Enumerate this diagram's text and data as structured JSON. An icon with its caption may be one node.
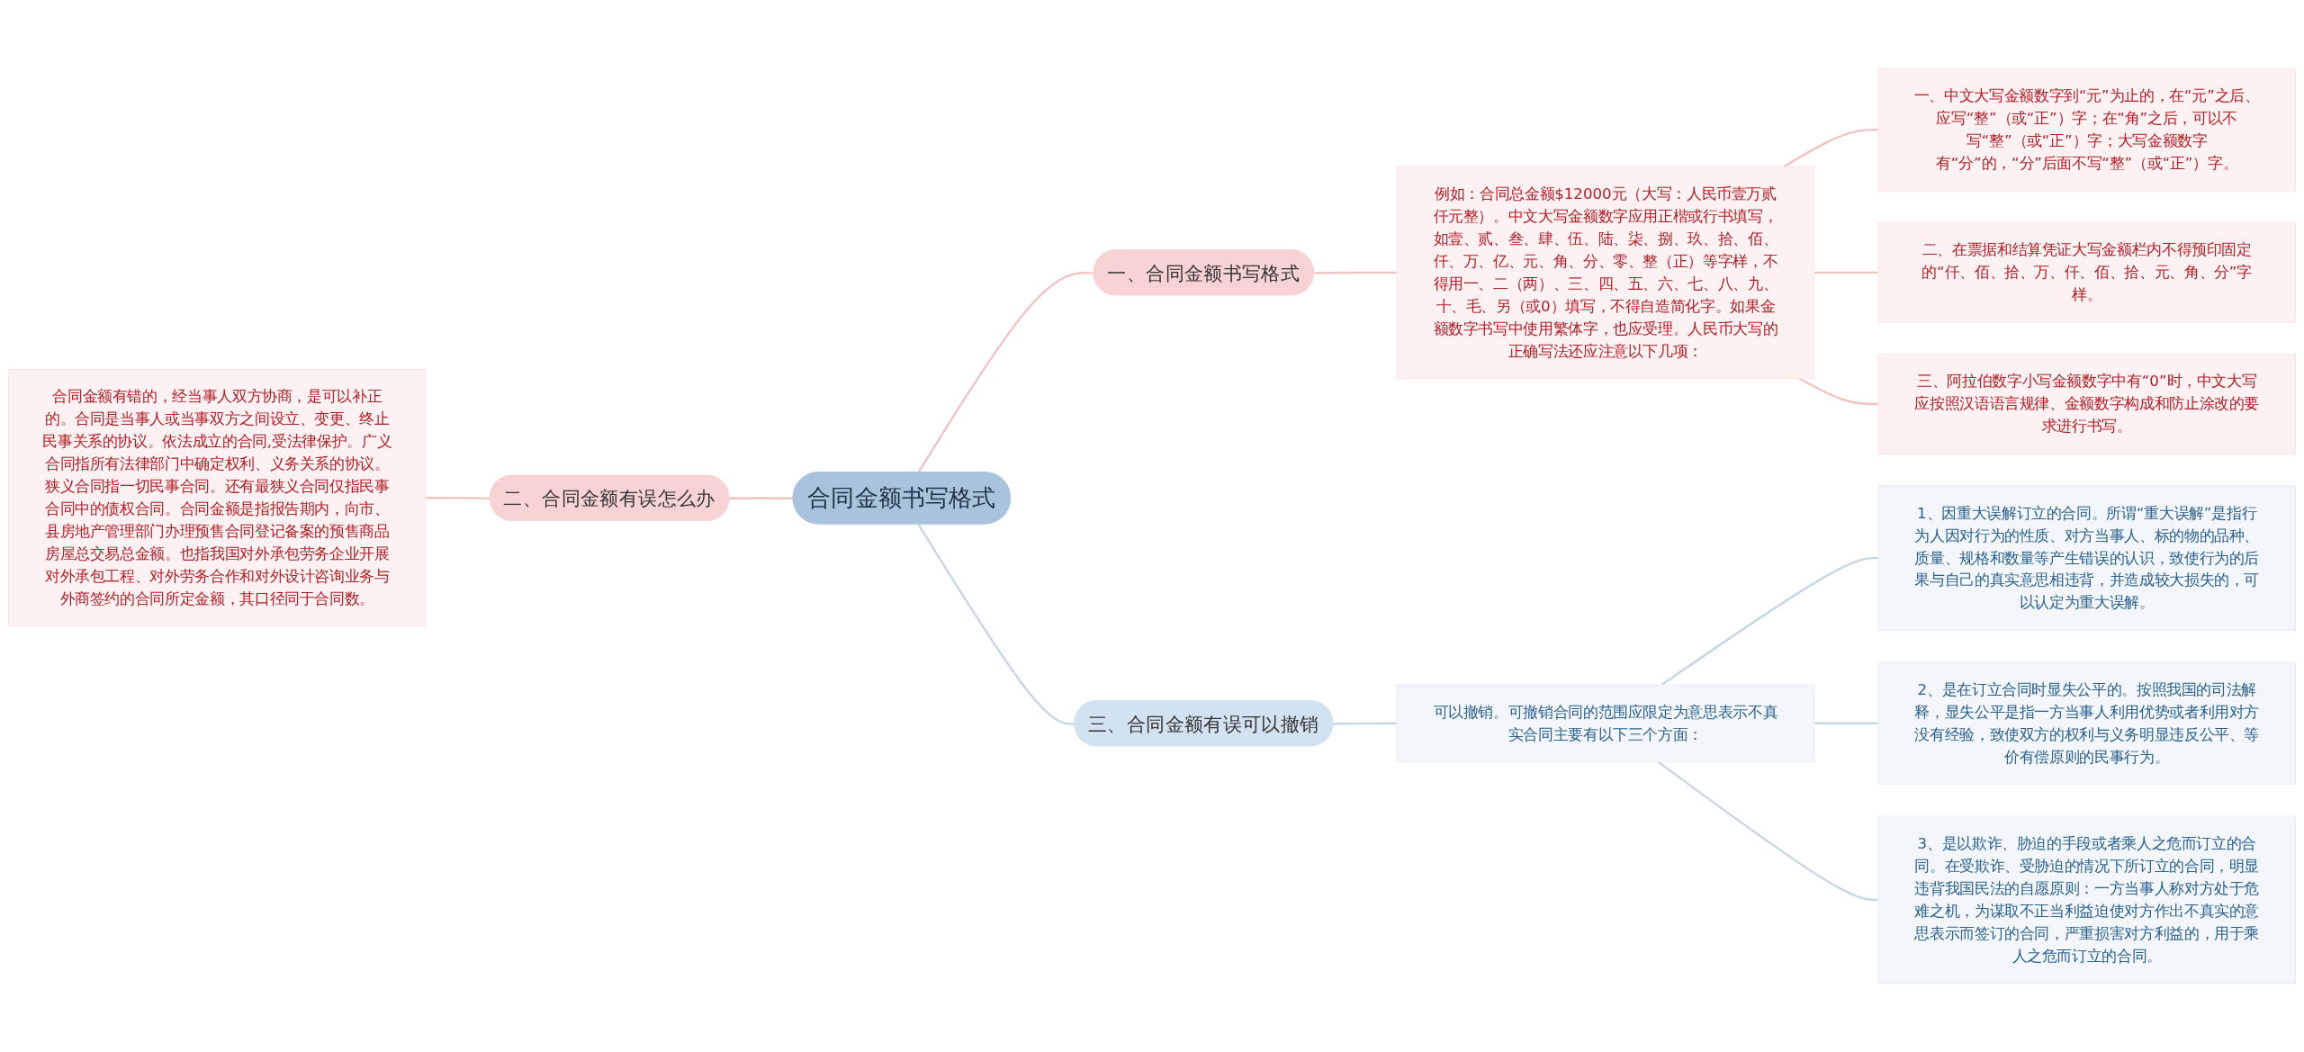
{
  "diagram": {
    "nodes": [
      {
        "text": [
          "合同金额书写格式"
        ]
      },
      {
        "text": [
          "一、合同金额书写格式"
        ]
      },
      {
        "text": [
          "例如：合同总金额$12000元（大写：人民币壹万贰仟元整）。中文大写金额数字应用正楷或行书填写，如壹、贰、叁、肆、伍、陆、柒、捌、玖、拾、佰、仟、万、亿、元、角、分、零、整（正）等字样，不得用一、二（两）、三、四、五、六、七、八、九、十、毛、另（或0）填写，不得自造简化字。如果金额数字书写中使用繁体字，也应受理。人民币大写的正确写法还应注意以下几项："
        ]
      },
      {
        "text": [
          "一、中文大写金额数字到“元”为止的，在“元”之后、应写“整”（或“正”）字；在“角”之后，可以不写“整”（或“正”）字；大写金额数字有“分”的，“分”后面不写“整”（或“正”）字。"
        ]
      },
      {
        "text": [
          "二、在票据和结算凭证大写金额栏内不得预印固定的“仟、佰、拾、万、仟、佰、拾、元、角、分”字样。"
        ]
      },
      {
        "text": [
          "三、阿拉伯数字小写金额数字中有“0”时，中文大写应按照汉语语言规律、金额数字构成和防止涂改的要求进行书写。"
        ]
      },
      {
        "text": [
          "二、合同金额有误怎么办"
        ]
      },
      {
        "text": [
          "合同金额有错的，经当事人双方协商，是可以补正的。合同是当事人或当事双方之间设立、变更、终止民事关系的协议。依法成立的合同,受法律保护。广义合同指所有法律部门中确定权利、义务关系的协议。狭义合同指一切民事合同。还有最狭义合同仅指民事合同中的债权合同。合同金额是指报告期内，向市、县房地产管理部门办理预售合同登记备案的预售商品房屋总交易总金额。也指我国对外承包劳务企业开展对外承包工程、对外劳务合作和对外设计咨询业务与外商签约的合同所定金额，其口径同于合同数。"
        ]
      },
      {
        "text": [
          "三、合同金额有误可以撤销"
        ]
      },
      {
        "text": [
          "可以撤销。可撤销合同的范围应限定为意思表示不真实合同主要有以下三个方面："
        ]
      },
      {
        "text": [
          "1、因重大误解订立的合同。所谓“重大误解”是指行为人因对行为的性质、对方当事人、标的物的品种、质量、规格和数量等产生错误的认识，致使行为的后果与自己的真实意思相违背，并造成较大损失的，可以认定为重大误解。"
        ]
      },
      {
        "text": [
          "2、是在订立合同时显失公平的。按照我国的司法解释，显失公平是指一方当事人利用优势或者利用对方没有经验，致使双方的权利与义务明显违反公平、等价有偿原则的民事行为。"
        ]
      },
      {
        "text": [
          "3、是以欺诈、胁迫的手段或者乘人之危而订立的合同。在受欺诈、受胁迫的情况下所订立的合同，明显违背我国民法的自愿原则：一方当事人称对方处于危难之机，为谋取不正当利益迫使对方作出不真实的意思表示而签订的合同，严重损害对方利益的，用于乘人之危而订立的合同。"
        ]
      }
    ],
    "edges": [
      {
        "from": 0,
        "to": 1,
        "arrow": "none"
      },
      {
        "from": 1,
        "to": 2,
        "arrow": "none"
      },
      {
        "from": 2,
        "to": 3,
        "arrow": "none"
      },
      {
        "from": 2,
        "to": 4,
        "arrow": "none"
      },
      {
        "from": 2,
        "to": 5,
        "arrow": "none"
      },
      {
        "from": 7,
        "to": 6,
        "arrow": "none"
      },
      {
        "from": 6,
        "to": 0,
        "arrow": "none"
      },
      {
        "from": 0,
        "to": 8,
        "arrow": "none",
        "color": "#c5d6e6"
      },
      {
        "from": 8,
        "to": 9,
        "arrow": "none",
        "color": "#c5d6e6"
      },
      {
        "from": 9,
        "to": 10,
        "arrow": "none",
        "color": "#c5d6e6"
      },
      {
        "from": 9,
        "to": 11,
        "arrow": "none",
        "color": "#c5d6e6"
      },
      {
        "from": 9,
        "to": 12,
        "arrow": "none",
        "color": "#c5d6e6"
      }
    ]
  }
}
